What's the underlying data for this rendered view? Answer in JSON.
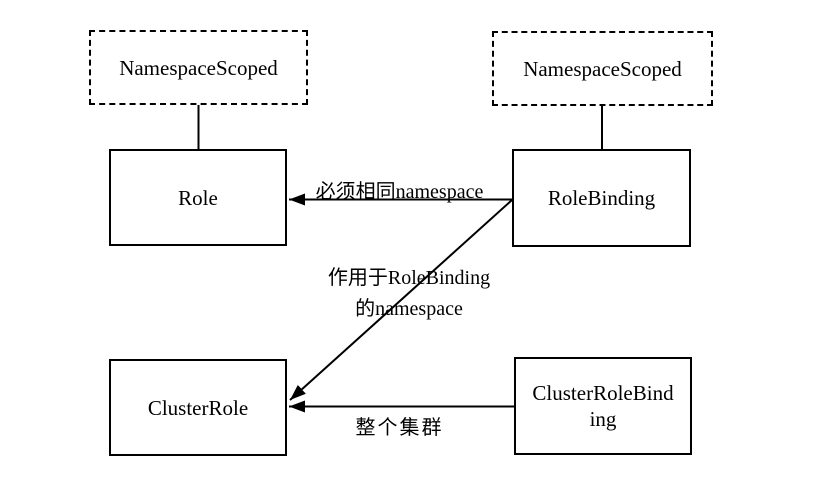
{
  "diagram": {
    "nodes": {
      "namespace_scoped_left": "NamespaceScoped",
      "namespace_scoped_right": "NamespaceScoped",
      "role": "Role",
      "role_binding": "RoleBinding",
      "cluster_role": "ClusterRole",
      "cluster_role_binding_line1": "ClusterRoleBind",
      "cluster_role_binding_line2": "ing"
    },
    "edge_labels": {
      "same_namespace": "必须相同namespace",
      "applies_to_line1": "作用于RoleBinding",
      "applies_to_line2": "的namespace",
      "whole_cluster": "整个集群"
    },
    "colors": {
      "line": "#000000",
      "background": "#ffffff",
      "text": "#000000"
    }
  }
}
